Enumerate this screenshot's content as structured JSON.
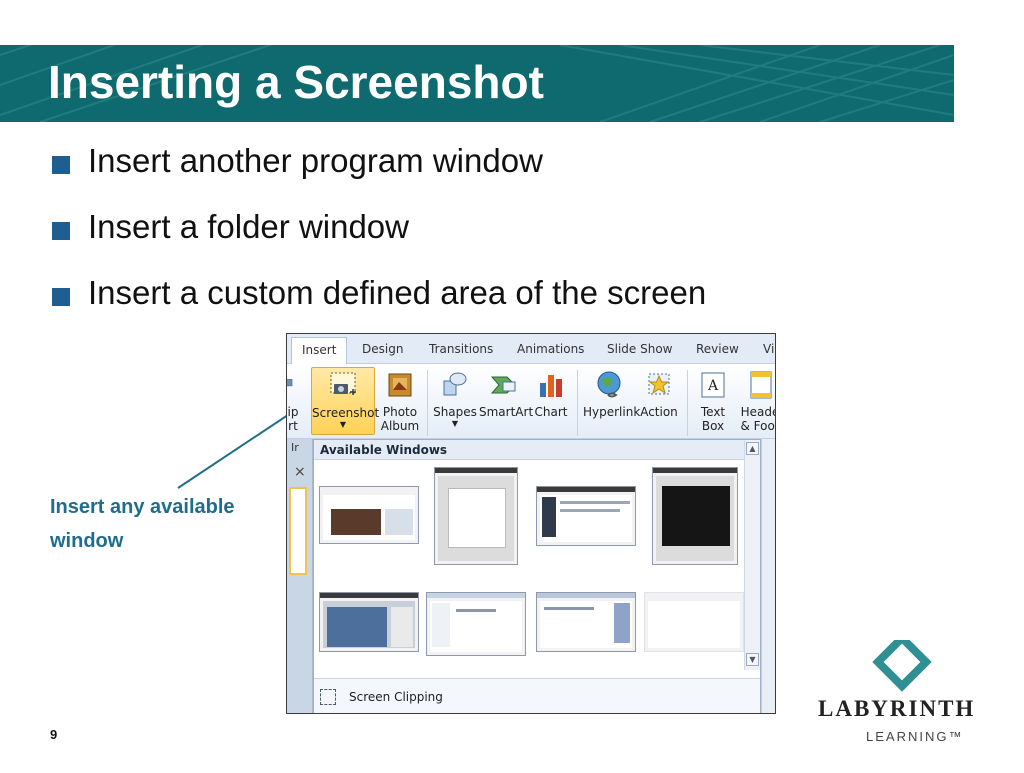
{
  "slide": {
    "title": "Inserting a Screenshot",
    "bullets": [
      "Insert another program window",
      "Insert a folder window",
      "Insert a custom defined area of the screen"
    ],
    "callout": "Insert any available window",
    "page_number": "9",
    "colors": {
      "title_band": "#0e6a6e",
      "bullet_mark": "#1f5f8f",
      "callout_text": "#1f6d8e"
    }
  },
  "ribbon": {
    "tabs": [
      "Insert",
      "Design",
      "Transitions",
      "Animations",
      "Slide Show",
      "Review",
      "Vi"
    ],
    "active_tab": "Insert",
    "buttons": {
      "clip_art": "ip\nrt",
      "screenshot": "Screenshot",
      "photo_album": "Photo\nAlbum",
      "shapes": "Shapes",
      "smartart": "SmartArt",
      "chart": "Chart",
      "hyperlink": "Hyperlink",
      "action": "Action",
      "text_box": "Text\nBox",
      "header_footer": "Heade\n& Foot"
    },
    "side_label": "Ir",
    "close_glyph": "×"
  },
  "gallery": {
    "heading": "Available Windows",
    "window_count": 8,
    "screen_clipping": "Screen Clipping"
  },
  "logo": {
    "name": "LABYRINTH",
    "subtitle": "LEARNING™"
  }
}
